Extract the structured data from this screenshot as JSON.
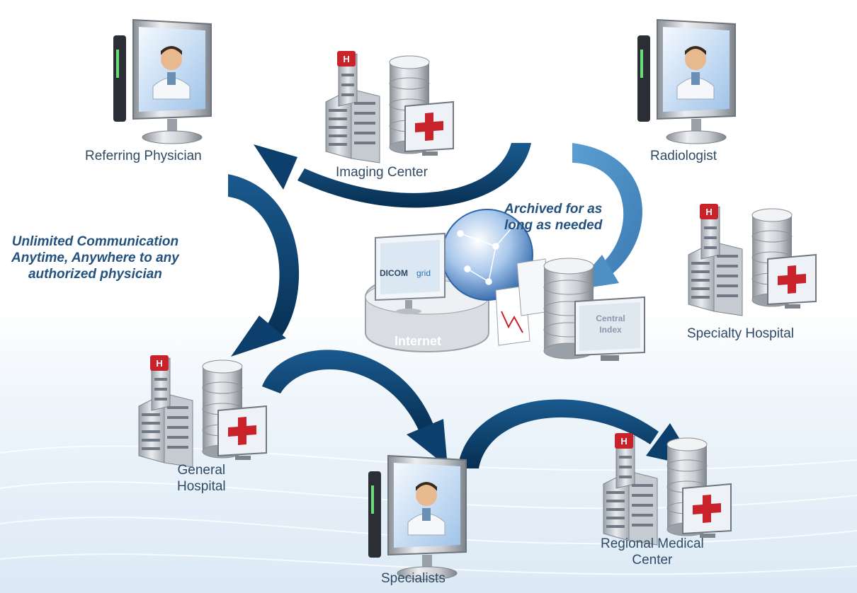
{
  "nodes": {
    "referring_physician": "Referring Physician",
    "imaging_center": "Imaging Center",
    "radiologist": "Radiologist",
    "specialty_hospital": "Specialty Hospital",
    "general_hospital": [
      "General",
      "Hospital"
    ],
    "specialists": "Specialists",
    "regional_medical_center": [
      "Regional Medical",
      "Center"
    ]
  },
  "hub": {
    "brand_left": "DICOM",
    "brand_right": "grid",
    "base_label": "Internet",
    "index_label": [
      "Central",
      "Index"
    ]
  },
  "annotations": {
    "archived": [
      "Archived for as",
      "long as needed"
    ],
    "communication": [
      "Unlimited Communication",
      "Anytime, Anywhere to any",
      "authorized physician"
    ]
  },
  "colors": {
    "arrow_dark": "#0c3f6b",
    "arrow_light": "#4f8fc4",
    "label_text": "#2f4a64",
    "annotation_text": "#24527f",
    "hospital_red": "#c8232b"
  }
}
